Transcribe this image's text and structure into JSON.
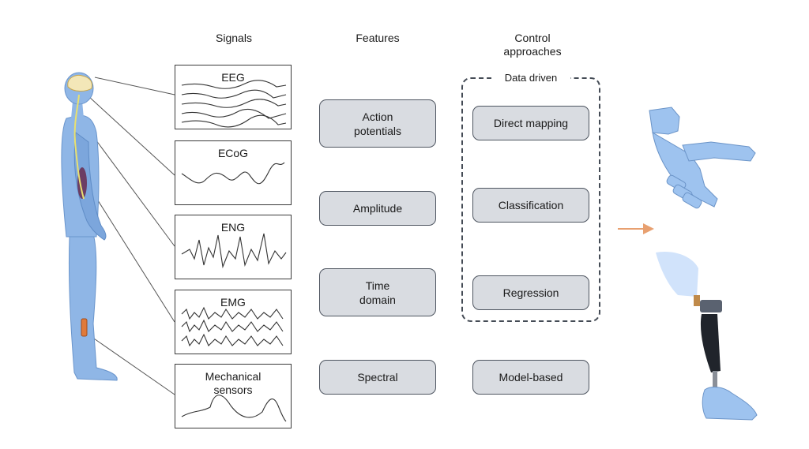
{
  "headers": {
    "signals": "Signals",
    "features": "Features",
    "control_line1": "Control",
    "control_line2": "approaches"
  },
  "signals": [
    {
      "label": "EEG"
    },
    {
      "label": "ECoG"
    },
    {
      "label": "ENG"
    },
    {
      "label": "EMG"
    },
    {
      "label_line1": "Mechanical",
      "label_line2": "sensors"
    }
  ],
  "features": [
    {
      "line1": "Action",
      "line2": "potentials"
    },
    {
      "line1": "Amplitude"
    },
    {
      "line1": "Time",
      "line2": "domain"
    },
    {
      "line1": "Spectral"
    }
  ],
  "control": {
    "group_label": "Data driven",
    "items": [
      "Direct mapping",
      "Classification",
      "Regression",
      "Model-based"
    ]
  },
  "colors": {
    "body": "#8fb6e6",
    "prosthesis": "#9ec3ef",
    "arrow": "#e8a070",
    "pill_fill": "#d9dce1",
    "pill_border": "#4e5560"
  }
}
